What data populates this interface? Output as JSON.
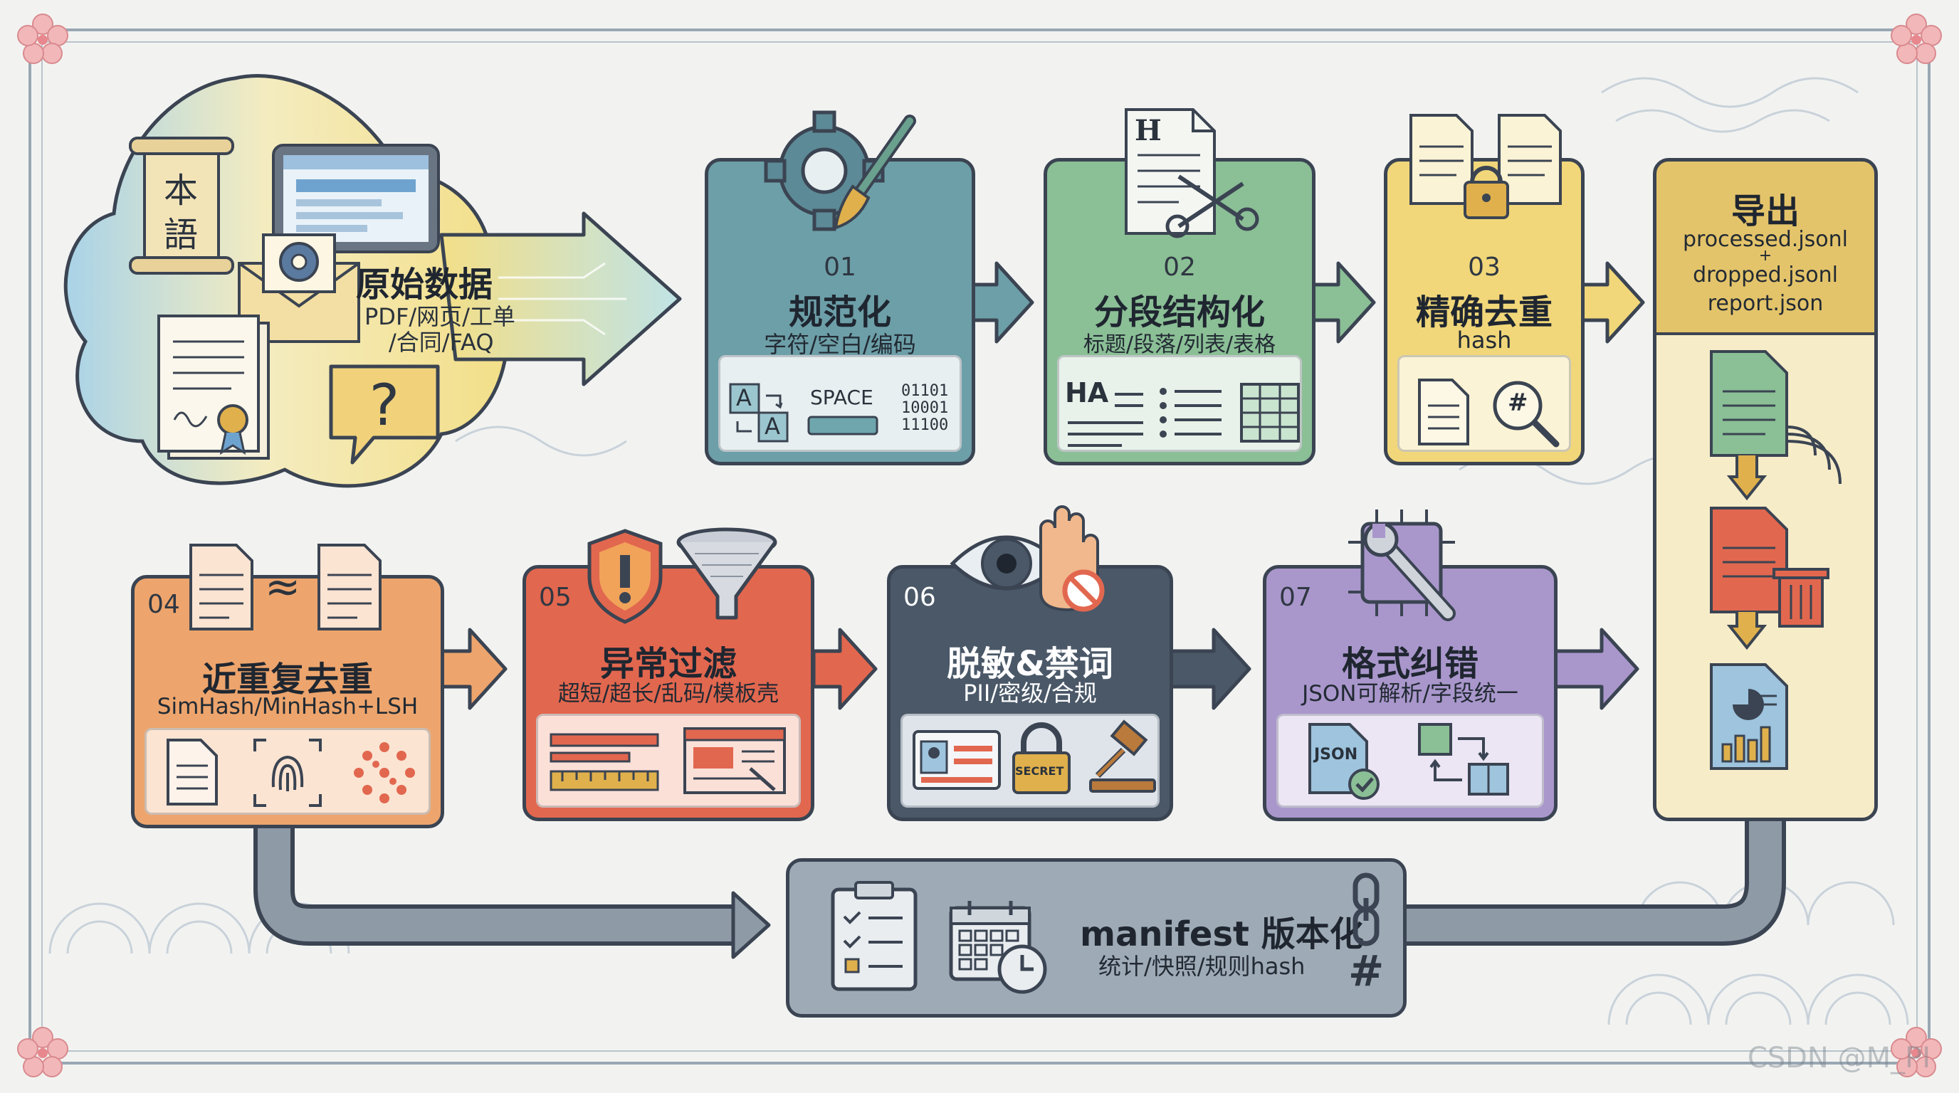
{
  "source": {
    "title": "原始数据",
    "subtitle_line1": "PDF/网页/工单",
    "subtitle_line2": "/合同/FAQ",
    "scroll_chars": [
      "本",
      "語"
    ]
  },
  "stages": [
    {
      "num": "01",
      "title": "规范化",
      "subtitle": "字符/空白/编码",
      "space_label": "SPACE",
      "binary_lines": [
        "01101",
        "10001",
        "11100"
      ],
      "glyph_a": "A"
    },
    {
      "num": "02",
      "title": "分段结构化",
      "subtitle": "标题/段落/列表/表格",
      "heading_label": "HA",
      "doc_letter": "H"
    },
    {
      "num": "03",
      "title": "精确去重",
      "subtitle": "hash",
      "hash_symbol": "#"
    },
    {
      "num": "04",
      "title": "近重复去重",
      "subtitle": "SimHash/MinHash+LSH",
      "approx_symbol": "≈"
    },
    {
      "num": "05",
      "title": "异常过滤",
      "subtitle": "超短/超长/乱码/模板壳"
    },
    {
      "num": "06",
      "title": "脱敏&禁词",
      "subtitle": "PII/密级/合规",
      "secret_label": "SECRET"
    },
    {
      "num": "07",
      "title": "格式纠错",
      "subtitle": "JSON可解析/字段统一",
      "json_label": "JSON"
    }
  ],
  "export": {
    "title": "导出",
    "files": [
      "processed.jsonl",
      "+",
      "dropped.jsonl",
      "report.json"
    ]
  },
  "manifest": {
    "title": "manifest 版本化",
    "subtitle": "统计/快照/规则hash",
    "hash_symbol": "#"
  },
  "watermark": "CSDN @M_PI",
  "colors": {
    "stage01": "#6d9fa8",
    "stage02": "#8bbf96",
    "stage03": "#f1d77a",
    "stage04": "#eda56d",
    "stage05": "#e2674f",
    "stage06": "#4a5868",
    "stage07": "#a997cc",
    "export": "#e4c46b",
    "manifest": "#9eabb7",
    "arrow": "#56626f",
    "outline": "#3b4452"
  }
}
